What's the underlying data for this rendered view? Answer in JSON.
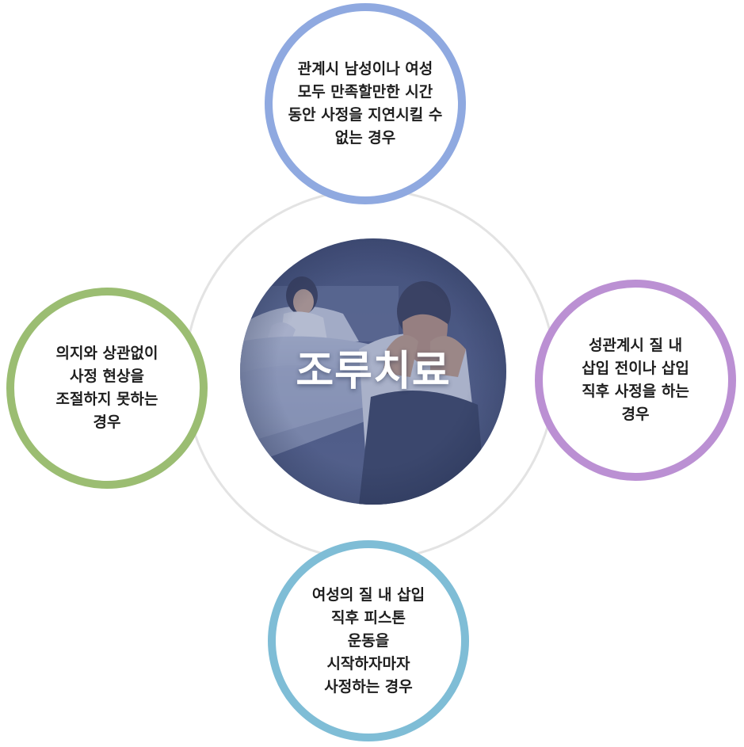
{
  "center": {
    "title": "조루치료"
  },
  "nodes": [
    {
      "id": "top",
      "color": "#8fa9e0",
      "lines": [
        "관계시 남성이나 여성",
        "모두 만족할만한 시간",
        "동안 사정을 지연시킬 수",
        "없는 경우"
      ]
    },
    {
      "id": "left",
      "color": "#9bbd72",
      "lines": [
        "의지와 상관없이",
        "사정 현상을",
        "조절하지 못하는",
        "경우"
      ]
    },
    {
      "id": "right",
      "color": "#bb90d3",
      "lines": [
        "성관계시 질 내",
        "삽입 전이나 삽입",
        "직후 사정을 하는",
        "경우"
      ]
    },
    {
      "id": "bottom",
      "color": "#7fbdd6",
      "lines": [
        "여성의 질 내 삽입",
        "직후 피스톤",
        "운동을",
        "시작하자마자",
        "사정하는 경우"
      ]
    }
  ]
}
